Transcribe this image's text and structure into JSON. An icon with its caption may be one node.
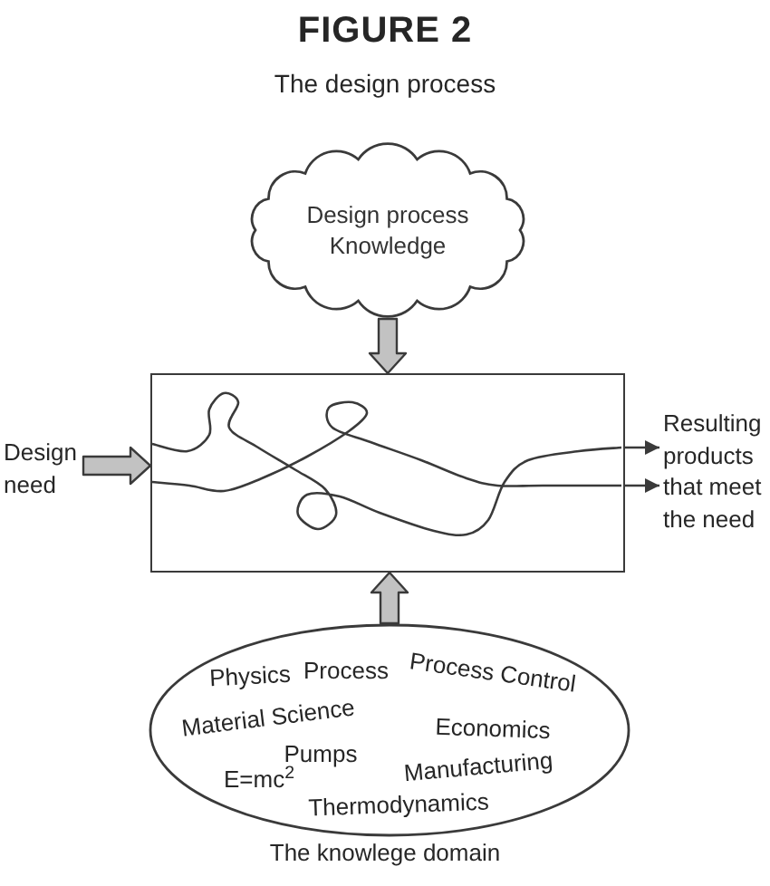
{
  "diagram": {
    "title": "FIGURE 2",
    "caption": "The design process",
    "nodes": [
      {
        "text": [
          "Design process Knowledge"
        ]
      },
      {
        "text": [
          "Design need"
        ]
      },
      {
        "text": [],
        "shape": "box"
      },
      {
        "text": [
          "Resulting products that meet the need"
        ]
      },
      {
        "text": [
          "Physics",
          "Process",
          "Process Control",
          "Material Science",
          "Economics",
          "Pumps",
          "E=mc$^{2}$",
          "Manufacturing",
          "Thermodynamics"
        ],
        "beside": [
          "The knowlege domain"
        ]
      }
    ],
    "edges": [
      {
        "from": 0,
        "to": 2,
        "arrow": "to",
        "style": "thick"
      },
      {
        "from": 1,
        "to": 2,
        "arrow": "to",
        "style": "thick"
      },
      {
        "from": 2,
        "to": 3,
        "arrow": "to"
      },
      {
        "from": 2,
        "to": 3,
        "arrow": "to"
      },
      {
        "from": 4,
        "to": 2,
        "arrow": "to",
        "style": "thick"
      }
    ]
  }
}
